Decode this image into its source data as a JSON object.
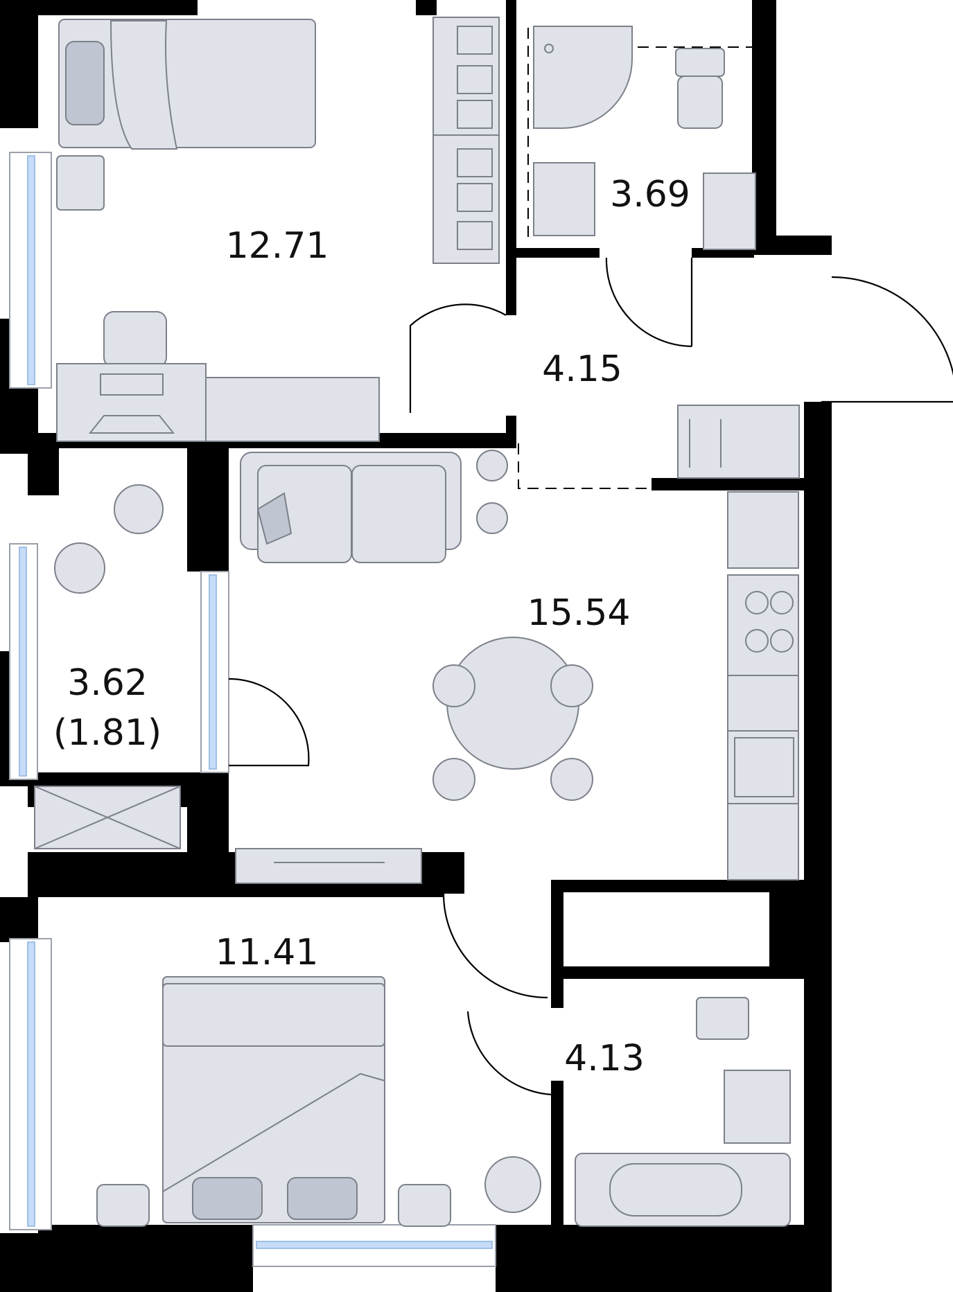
{
  "rooms": [
    {
      "id": "bedroom-1",
      "area": "12.71"
    },
    {
      "id": "bathroom-1",
      "area": "3.69"
    },
    {
      "id": "hallway",
      "area": "4.15"
    },
    {
      "id": "living-kitchen",
      "area": "15.54"
    },
    {
      "id": "balcony",
      "area": "3.62",
      "area_reduced": "(1.81)"
    },
    {
      "id": "bedroom-2",
      "area": "11.41"
    },
    {
      "id": "bathroom-2",
      "area": "4.13"
    }
  ],
  "colors": {
    "wall": "#000000",
    "furniture": "#dfe2e8",
    "textile": "#bfc6d2",
    "window": "#c6dcf7",
    "text": "#111111"
  }
}
